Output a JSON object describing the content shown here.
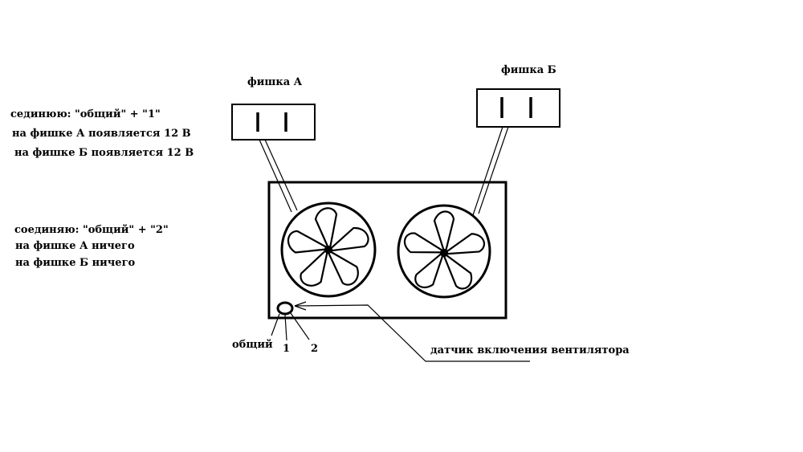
{
  "connectors": {
    "a_label": "фишка А",
    "b_label": "фишка Б"
  },
  "notes": {
    "case1": [
      "сединюю: \"общий\" + \"1\"",
      "на фишке А появляется 12 В",
      "на фишке Б появляется 12 В"
    ],
    "case2": [
      "соединяю: \"общий\" + \"2\"",
      "на фишке А ничего",
      "на фишке Б ничего"
    ]
  },
  "sensor": {
    "label": "датчик включения вентилятора",
    "pin_common": "общий",
    "pin_1": "1",
    "pin_2": "2"
  },
  "colors": {
    "ink": "#000000",
    "background": "#ffffff"
  }
}
